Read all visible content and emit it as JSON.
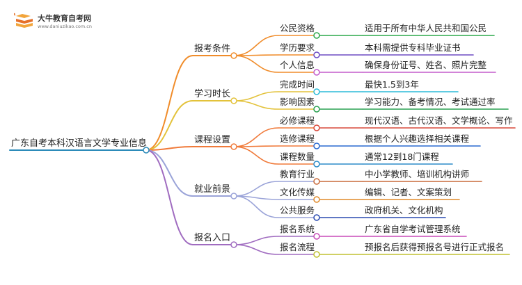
{
  "brand": {
    "title": "大牛教育自考网",
    "url": "www.daniuzikao.com.cn",
    "logo_icon": "book-stack-icon"
  },
  "mindmap": {
    "root": "广东自考本科汉语言文学专业信息",
    "colors": {
      "root_line": "#2a8ab8",
      "branches": [
        "#f08c2a",
        "#e3c23a",
        "#f07a3a",
        "#9aa3d8",
        "#a06cc0"
      ],
      "leaves": [
        "#2ca84a",
        "#6d4bc4",
        "#c45ccc",
        "#2cbcd8",
        "#28a050",
        "#d8483a",
        "#2a6ad0",
        "#2c8cc8",
        "#c86a3a",
        "#e08a2a",
        "#2a4ab0",
        "#c84ab8",
        "#c0c030"
      ]
    },
    "branches": [
      {
        "label": "报考条件",
        "children": [
          {
            "label": "公民资格",
            "value": "适用于所有中华人民共和国公民"
          },
          {
            "label": "学历要求",
            "value": "本科需提供专科毕业证书"
          },
          {
            "label": "个人信息",
            "value": "确保身份证号、姓名、照片完整"
          }
        ]
      },
      {
        "label": "学习时长",
        "children": [
          {
            "label": "完成时间",
            "value": "最快1.5到3年"
          },
          {
            "label": "影响因素",
            "value": "学习能力、备考情况、考试通过率"
          }
        ]
      },
      {
        "label": "课程设置",
        "children": [
          {
            "label": "必修课程",
            "value": "现代汉语、古代汉语、文学概论、写作"
          },
          {
            "label": "选修课程",
            "value": "根据个人兴趣选择相关课程"
          },
          {
            "label": "课程数量",
            "value": "通常12到18门课程"
          }
        ]
      },
      {
        "label": "就业前景",
        "children": [
          {
            "label": "教育行业",
            "value": "中小学教师、培训机构讲师"
          },
          {
            "label": "文化传媒",
            "value": "编辑、记者、文案策划"
          },
          {
            "label": "公共服务",
            "value": "政府机关、文化机构"
          }
        ]
      },
      {
        "label": "报名入口",
        "children": [
          {
            "label": "报名系统",
            "value": "广东省自学考试管理系统"
          },
          {
            "label": "报名流程",
            "value": "预报名后获得预报名号进行正式报名"
          }
        ]
      }
    ]
  }
}
